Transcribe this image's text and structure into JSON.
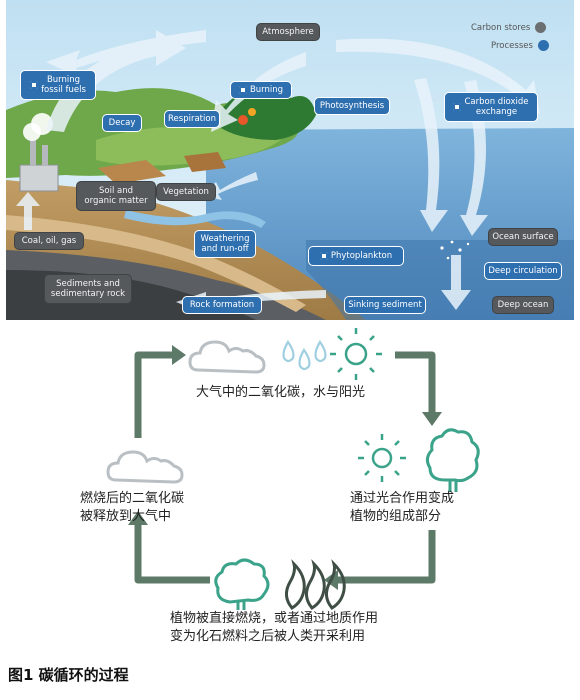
{
  "legend": {
    "stores_label": "Carbon stores",
    "processes_label": "Processes",
    "stores_color": "#6b6f72",
    "processes_color": "#2e6fb0"
  },
  "top_diagram": {
    "atmosphere": "Atmosphere",
    "burning_fossil_fuels": [
      "Burning",
      "fossil fuels"
    ],
    "decay": "Decay",
    "respiration": "Respiration",
    "burning": "Burning",
    "photosynthesis": "Photosynthesis",
    "carbon_dioxide_exchange": [
      "Carbon dioxide",
      "exchange"
    ],
    "soil_and_organic_matter": [
      "Soil and",
      "organic matter"
    ],
    "vegetation": "Vegetation",
    "coal_oil_gas": "Coal, oil, gas",
    "weathering": [
      "Weathering",
      "and run-off"
    ],
    "phytoplankton": "Phytoplankton",
    "ocean_surface": "Ocean surface",
    "deep_circulation": "Deep circulation",
    "sediments": [
      "Sediments and",
      "sedimentary rock"
    ],
    "rock_formation": "Rock formation",
    "sinking_sediment": "Sinking sediment",
    "deep_ocean": "Deep ocean"
  },
  "cycle": {
    "top": "大气中的二氧化碳，水与阳光",
    "right": [
      "通过光合作用变成",
      "植物的组成部分"
    ],
    "bottom": [
      "植物被直接燃烧，或者通过地质作用",
      "变为化石燃料之后被人类开采利用"
    ],
    "left": [
      "燃烧后的二氧化碳",
      "被释放到大气中"
    ],
    "arrow_color": "#5d7a68",
    "icon_color": "#3aa38a"
  },
  "caption": "图1 碳循环的过程"
}
